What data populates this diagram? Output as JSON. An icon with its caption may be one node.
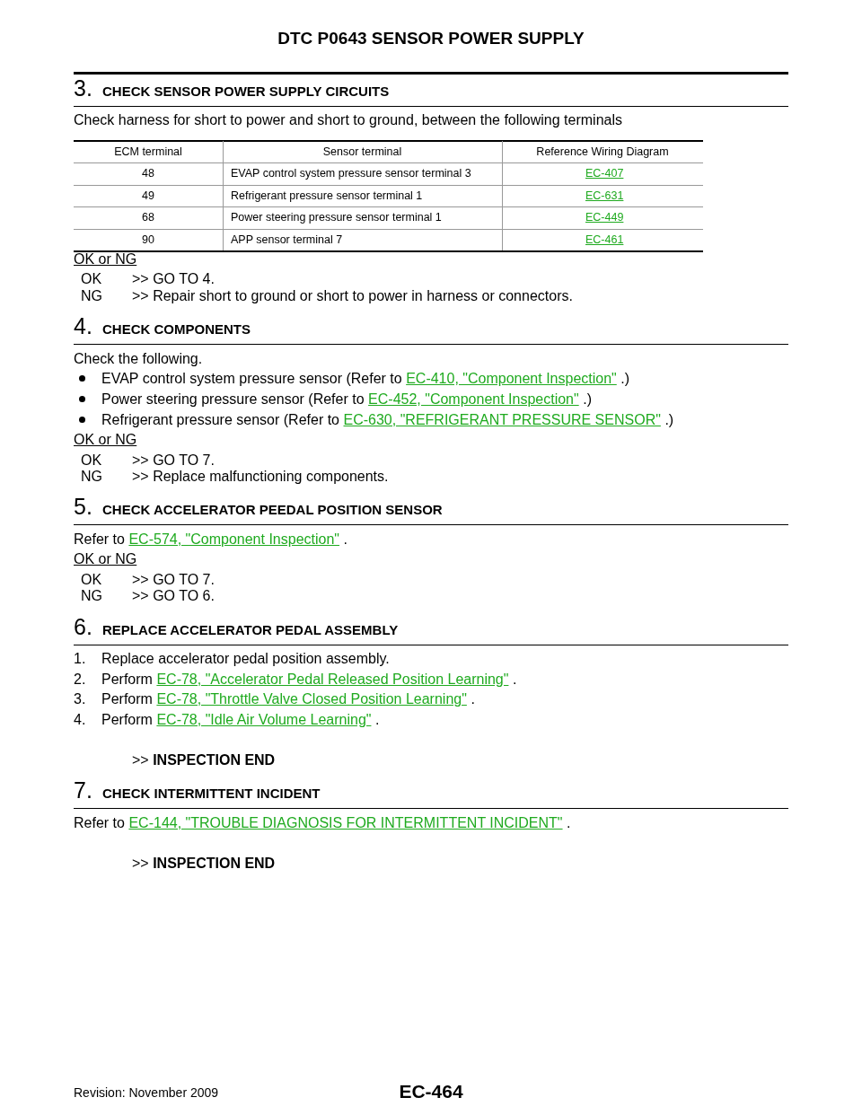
{
  "diagram": {
    "title": "DTC P0643 SENSOR POWER SUPPLY",
    "labels": [
      "3.",
      "CHECK SENSOR POWER SUPPLY CIRCUITS",
      "Check harness for short to power and short to ground, between the following terminals",
      "ECM terminal",
      "Sensor terminal",
      "Reference Wiring Diagram",
      "48",
      "EVAP control system pressure sensor terminal 3",
      "EC-407",
      "49",
      "Refrigerant pressure sensor terminal 1",
      "EC-631",
      "68",
      "Power steering pressure sensor terminal 1",
      "EC-449",
      "90",
      "APP sensor terminal 7",
      "EC-461",
      "OK or NG",
      "OK",
      ">> GO TO 4.",
      "NG",
      ">> Repair short to ground or short to power in harness or connectors.",
      "4.",
      "CHECK COMPONENTS",
      "Check the following.",
      "EVAP control system pressure sensor (Refer to",
      "EC-410, \"Component Inspection\"",
      ".)",
      "Power steering pressure sensor (Refer to",
      "EC-452, \"Component Inspection\"",
      ".)",
      "Refrigerant pressure sensor (Refer to",
      "EC-630, \"REFRIGERANT PRESSURE SENSOR\"",
      ".)",
      "OK or NG",
      "OK",
      ">> GO TO 7.",
      "NG",
      ">> Replace malfunctioning components.",
      "5.",
      "CHECK ACCELERATOR PEEDAL POSITION SENSOR",
      "Refer to",
      "EC-574, \"Component Inspection\"",
      ".",
      "OK or NG",
      "OK",
      ">> GO TO 7.",
      "NG",
      ">> GO TO 6.",
      "6.",
      "REPLACE ACCELERATOR PEDAL ASSEMBLY",
      "1.",
      "Replace accelerator pedal position assembly.",
      "2.",
      "Perform",
      "EC-78, \"Accelerator Pedal Released Position Learning\"",
      ".",
      "3.",
      "Perform",
      "EC-78, \"Throttle Valve Closed Position Learning\"",
      ".",
      "4.",
      "Perform",
      "EC-78, \"Idle Air Volume Learning\"",
      ".",
      ">> **INSPECTION END**",
      "7.",
      "CHECK INTERMITTENT INCIDENT",
      "Refer to",
      "EC-144, \"TROUBLE DIAGNOSIS FOR INTERMITTENT INCIDENT\"",
      ".",
      ">> **INSPECTION END**",
      "Revision: November 2009",
      "EC-464"
    ]
  }
}
